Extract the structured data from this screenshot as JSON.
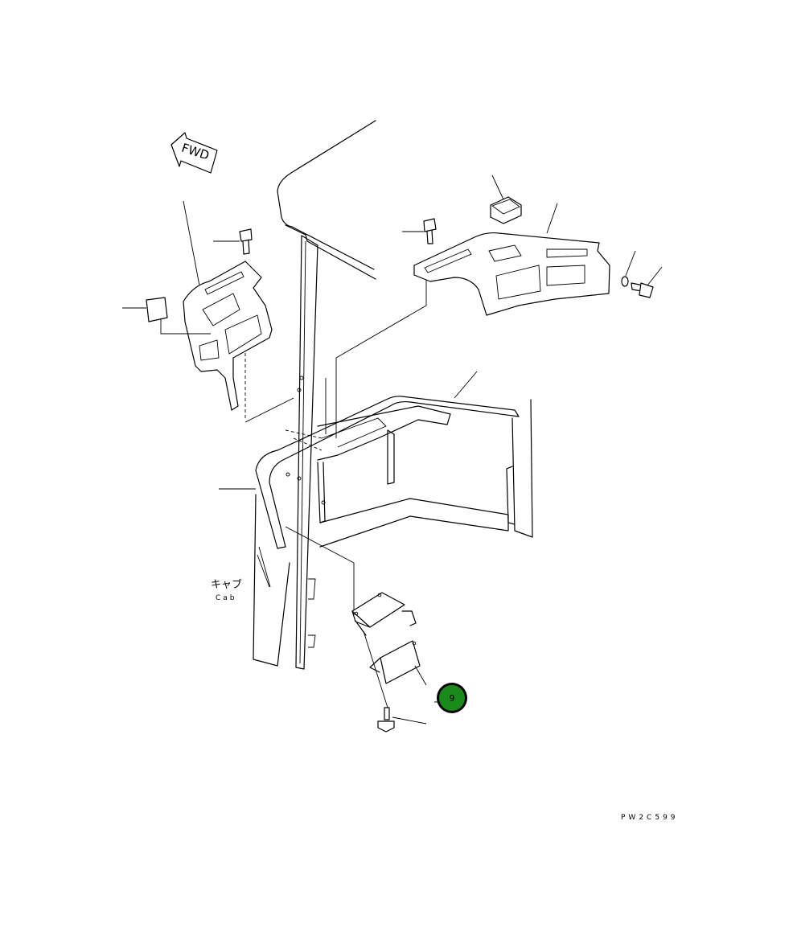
{
  "direction_arrow": {
    "text": "FWD"
  },
  "part_label": {
    "japanese": "キャブ",
    "english": "Cab"
  },
  "callouts": [
    {
      "number": "9",
      "color": "#1a8a1a"
    }
  ],
  "drawing_code": "PW2C599"
}
